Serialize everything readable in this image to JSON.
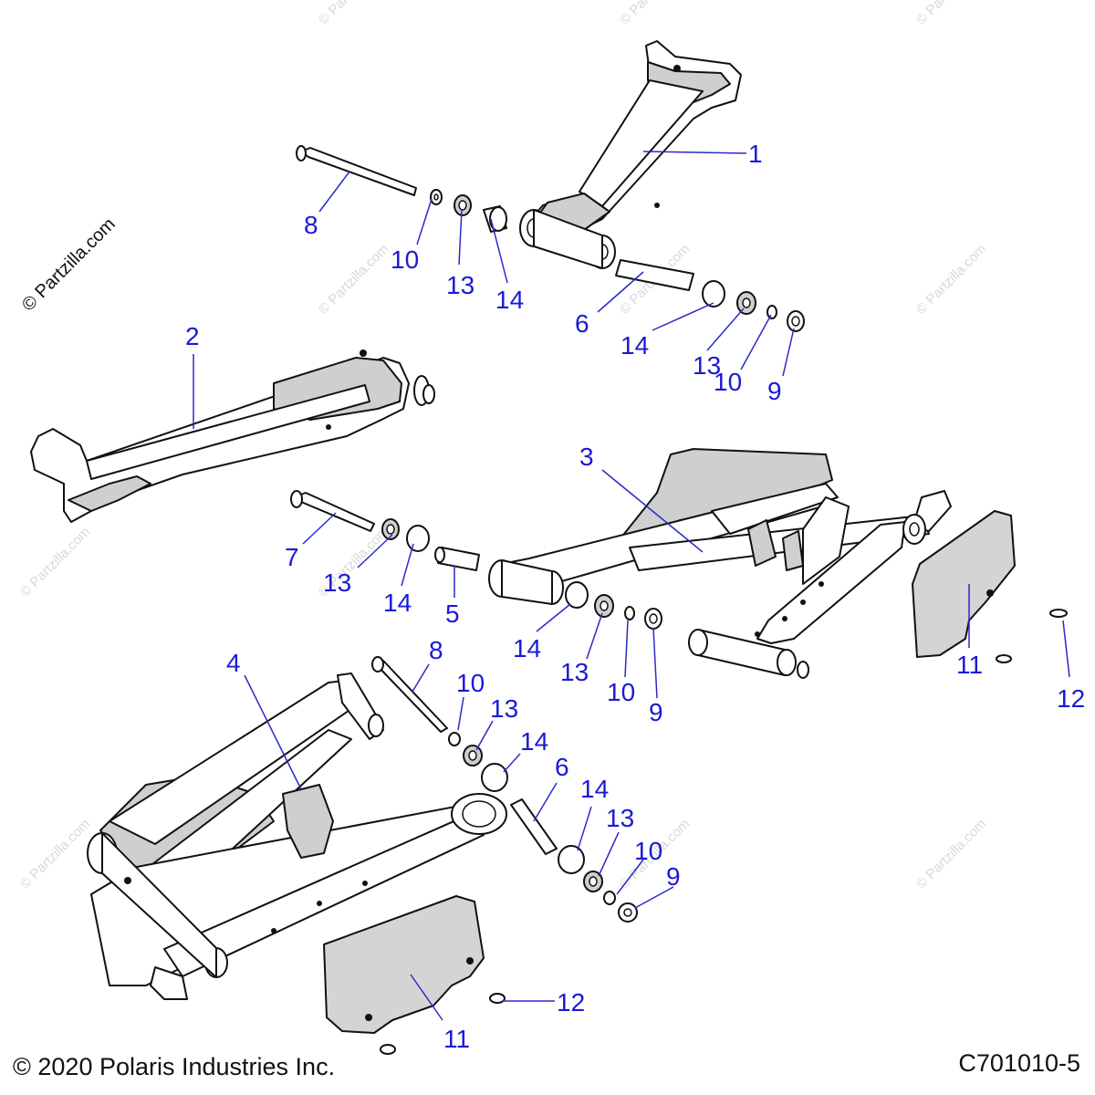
{
  "watermark": {
    "side_text": "© Partzilla.com",
    "tile_text": "© Partzilla.com"
  },
  "footer": {
    "copyright": "© 2020 Polaris Industries Inc.",
    "drawing_code": "C701010-5"
  },
  "callouts": {
    "c1": "1",
    "c2": "2",
    "c3": "3",
    "c4": "4",
    "c5": "5",
    "c6a": "6",
    "c6b": "6",
    "c7": "7",
    "c8a": "8",
    "c8b": "8",
    "c9a": "9",
    "c9b": "9",
    "c9c": "9",
    "c10a": "10",
    "c10b": "10",
    "c10c": "10",
    "c10d": "10",
    "c10e": "10",
    "c11a": "11",
    "c11b": "11",
    "c12a": "12",
    "c12b": "12",
    "c13a": "13",
    "c13b": "13",
    "c13c": "13",
    "c13d": "13",
    "c13e": "13",
    "c13f": "13",
    "c14a": "14",
    "c14b": "14",
    "c14c": "14",
    "c14d": "14",
    "c14e": "14",
    "c14f": "14"
  },
  "colors": {
    "callout": "#1a1ad6",
    "leader": "#2a2acc",
    "line": "#111111",
    "watermark": "#d8d8d8"
  }
}
